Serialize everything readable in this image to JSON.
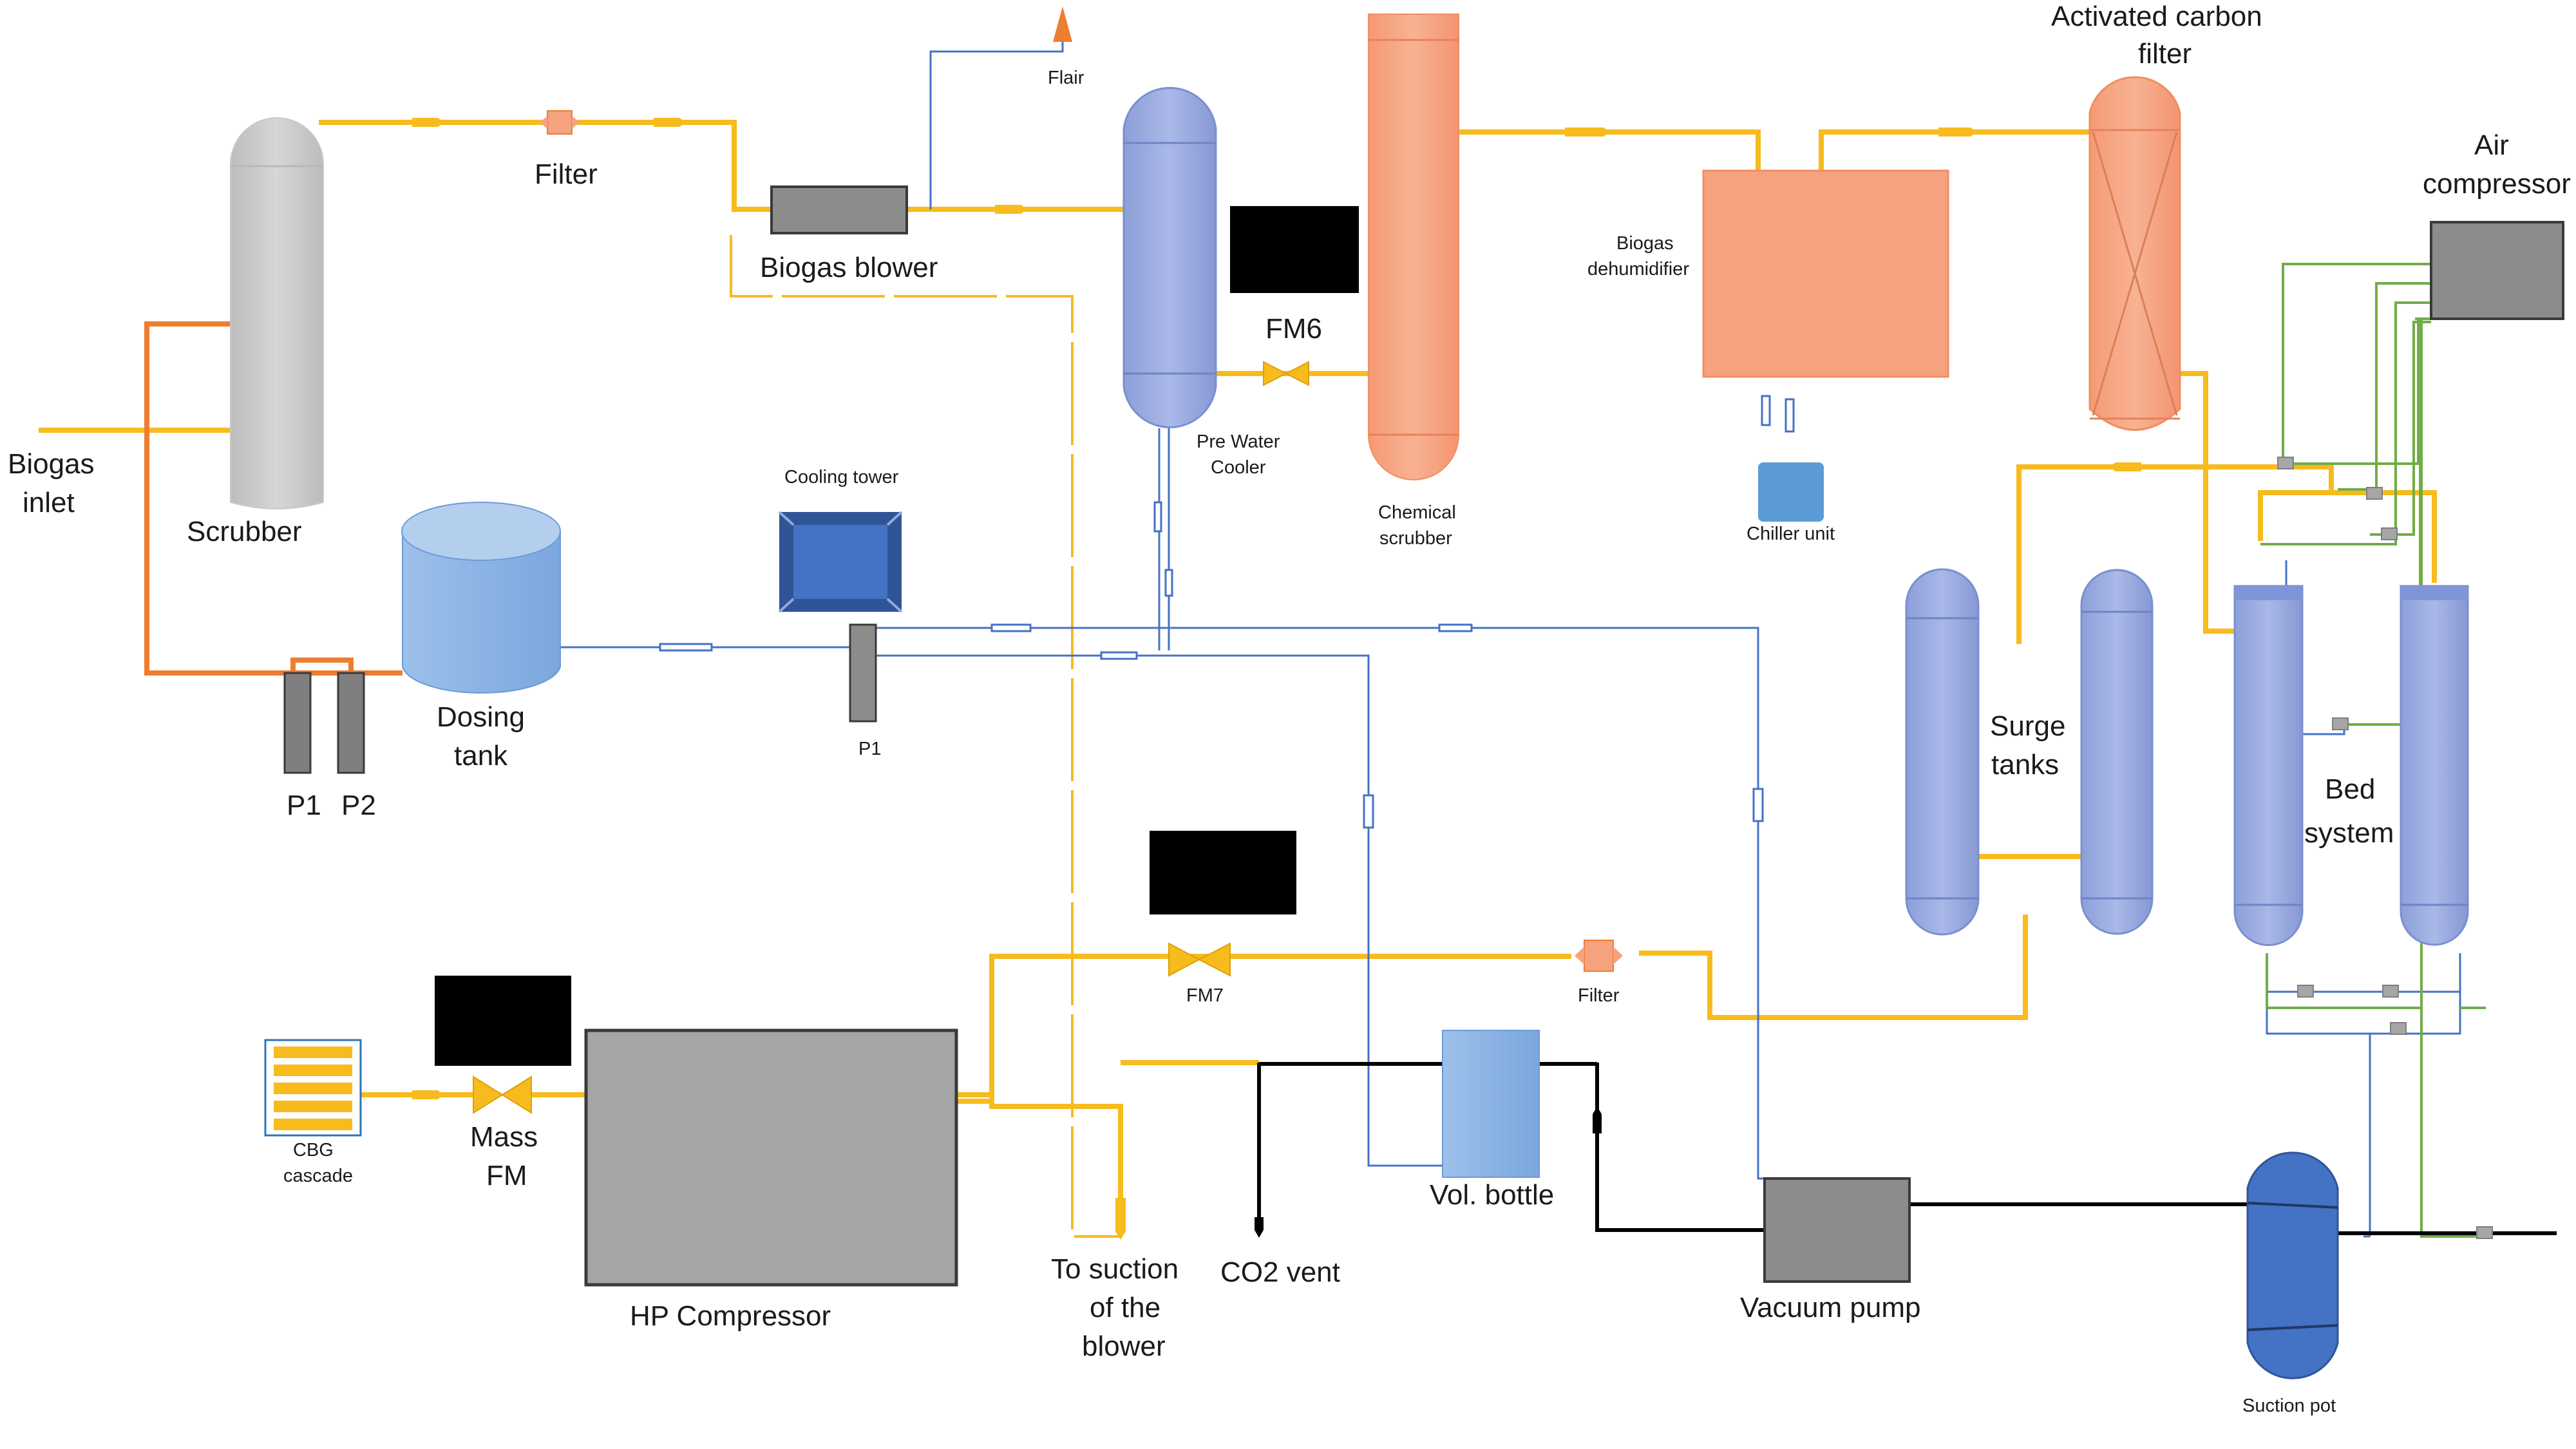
{
  "labels": {
    "biogas_inlet_1": "Biogas",
    "biogas_inlet_2": "inlet",
    "scrubber": "Scrubber",
    "filter_top": "Filter",
    "biogas_blower": "Biogas blower",
    "flair": "Flair",
    "fm6": "FM6",
    "pre_water_cooler_1": "Pre  Water",
    "pre_water_cooler_2": "Cooler",
    "chemical_scrubber_1": "Chemical",
    "chemical_scrubber_2": "scrubber",
    "biogas_dehumidifier_1": "Biogas",
    "biogas_dehumidifier_2": "dehumidifier",
    "chiller_unit": "Chiller unit",
    "activated_carbon_1": "Activated carbon",
    "activated_carbon_2": "filter",
    "air_compressor_1": "Air",
    "air_compressor_2": "compressor",
    "cooling_tower": "Cooling tower",
    "dosing_tank_1": "Dosing",
    "dosing_tank_2": "tank",
    "p1_small": "P1",
    "p1": "P1",
    "p2": "P2",
    "surge_tanks_1": "Surge",
    "surge_tanks_2": "tanks",
    "bed_system_1": "Bed",
    "bed_system_2": "system",
    "fm7": "FM7",
    "filter_bottom": "Filter",
    "cbg_cascade_1": "CBG",
    "cbg_cascade_2": "cascade",
    "mass_fm_1": "Mass",
    "mass_fm_2": "FM",
    "hp_compressor": "HP Compressor",
    "to_suction_1": "To suction",
    "to_suction_2": "of the",
    "to_suction_3": "blower",
    "co2_vent": "CO2 vent",
    "vol_bottle": "Vol. bottle",
    "vacuum_pump": "Vacuum pump",
    "suction_pot": "Suction pot"
  },
  "colors": {
    "biogas_line": "#f7bb1e",
    "caustic_line": "#ed7d31",
    "water_line": "#4472c4",
    "air_line": "#70ad47",
    "vent_line": "#000000",
    "vessel_blue": "#8fa3dc",
    "vessel_orange": "#f6a27e",
    "vessel_grey": "#a5a5a5",
    "redacted_box": "#000000"
  }
}
